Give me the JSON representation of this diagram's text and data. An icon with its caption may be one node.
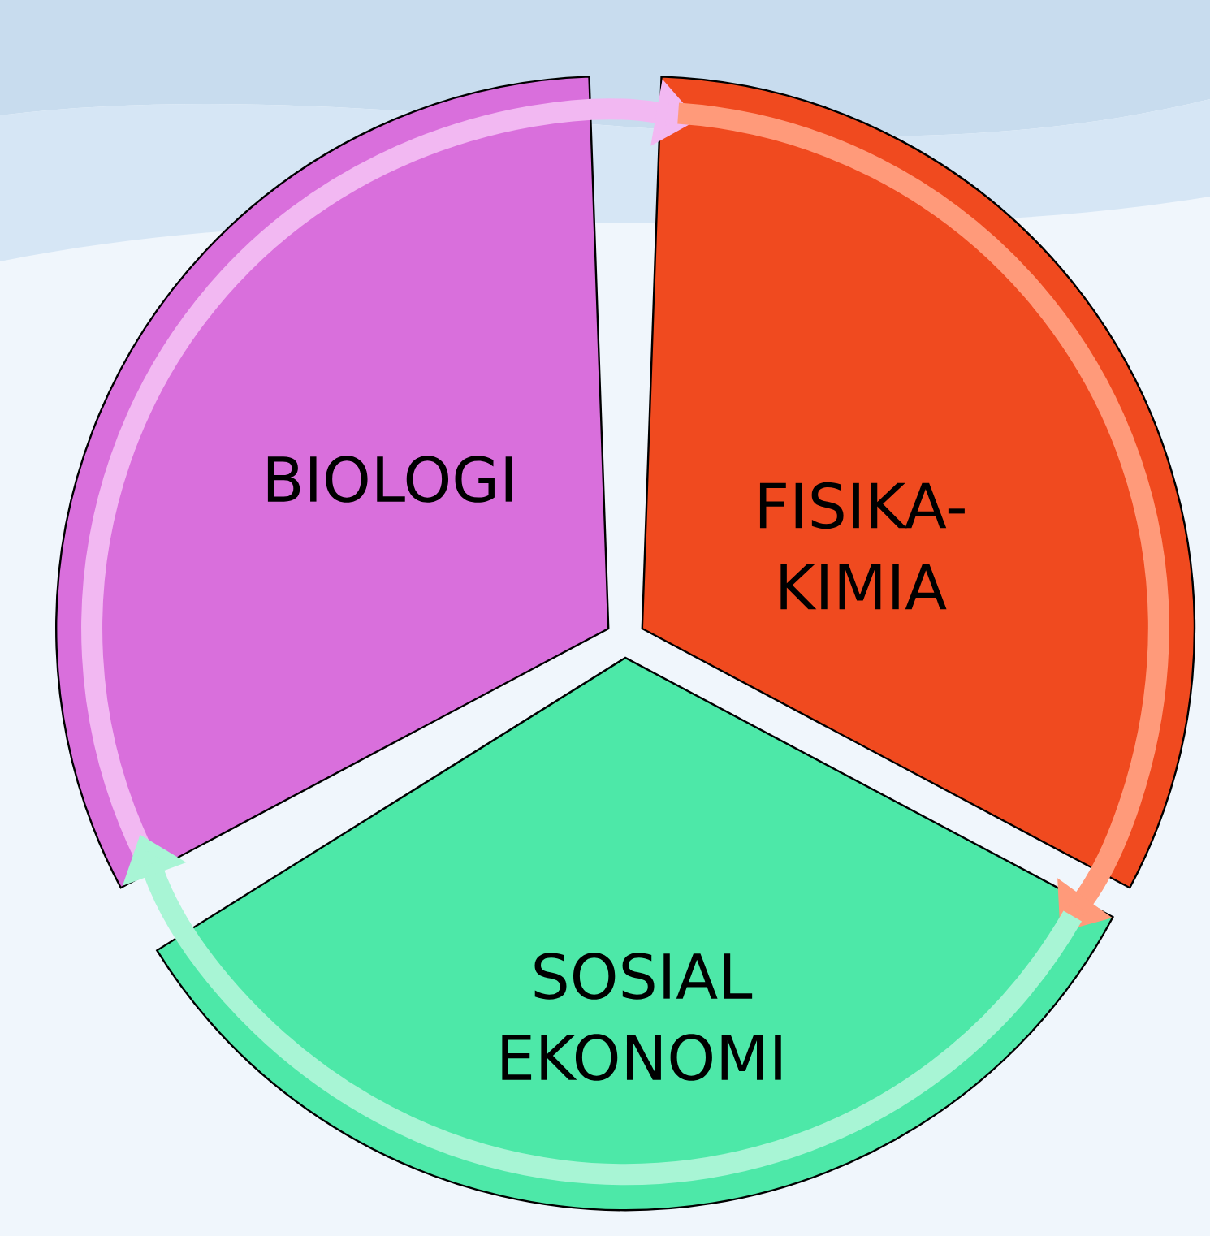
{
  "diagram": {
    "nodes": [
      {
        "text": [
          "BIOLOGI"
        ]
      },
      {
        "text": [
          "FISIKA- KIMIA"
        ]
      },
      {
        "text": [
          "SOSIAL EKONOMI"
        ]
      }
    ],
    "edges": [
      {
        "from": 0,
        "to": 1,
        "arrow": "to",
        "color": "#f2b8f2"
      },
      {
        "from": 1,
        "to": 2,
        "arrow": "to",
        "color": "#ff9a7a"
      },
      {
        "from": 2,
        "to": 0,
        "arrow": "to",
        "color": "#a8f5d5"
      }
    ]
  }
}
